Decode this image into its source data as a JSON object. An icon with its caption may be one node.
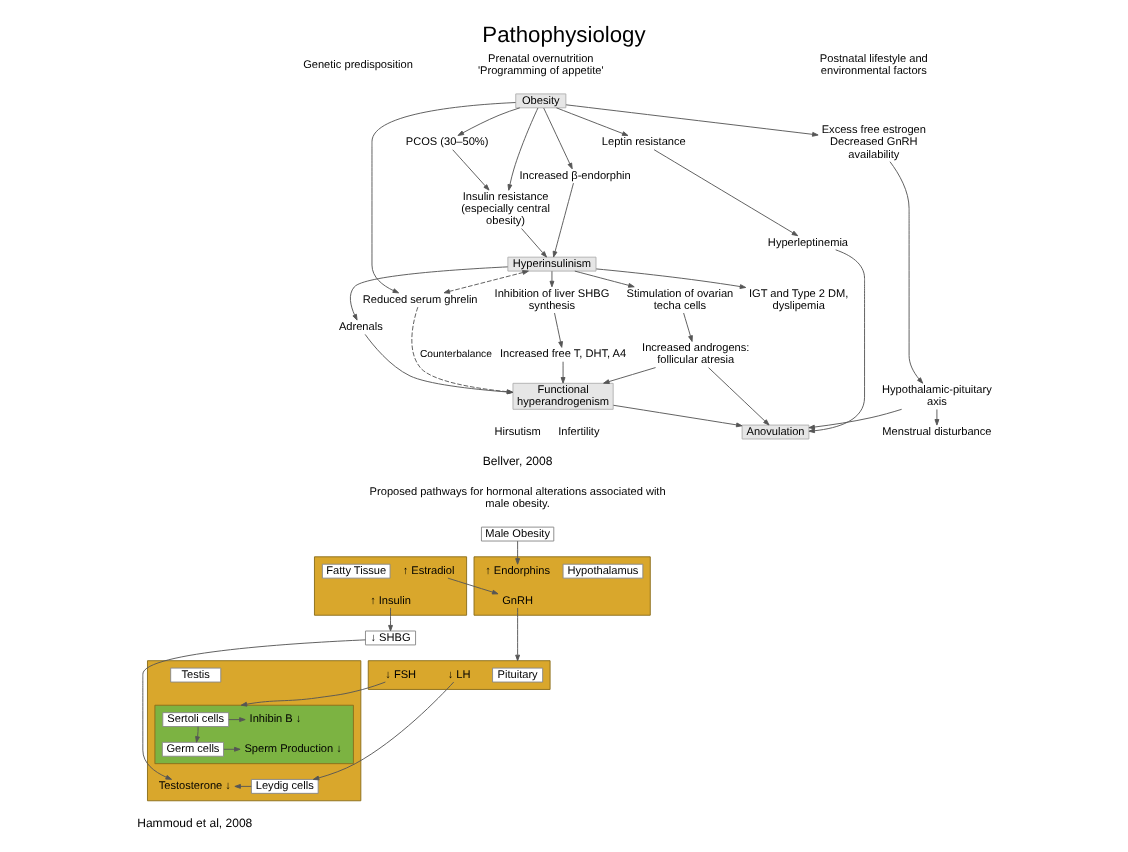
{
  "diagram": {
    "title": "Pathophysiology",
    "nodes": [
      {
        "text": [
          "Obesity"
        ]
      },
      {
        "text": [
          "PCOS (30–50%)"
        ]
      },
      {
        "text": [
          "Insulin resistance (especially central obesity)"
        ]
      },
      {
        "text": [
          "Increased β-endorphin"
        ]
      },
      {
        "text": [
          "Reduced serum ghrelin"
        ]
      },
      {
        "text": [
          "Leptin resistance"
        ]
      },
      {
        "text": [
          "Excess free estrogen Decreased GnRH availability"
        ]
      },
      {
        "text": [
          "Hypothalamic-pituitary axis"
        ]
      },
      {
        "text": [
          "Hyperinsulinism"
        ]
      },
      {
        "text": [
          "Hyperleptinemia"
        ]
      },
      {
        "text": [
          "IGT and Type 2 DM, dyslipemia"
        ]
      },
      {
        "text": [
          "Adrenals"
        ]
      },
      {
        "text": [
          "Stimulation of ovarian techa cells"
        ]
      },
      {
        "text": [
          "Inhibition of liver SHBG synthesis"
        ]
      },
      {
        "text": [
          "Increased free T, DHT, A4"
        ]
      },
      {
        "text": [
          "Increased androgens: follicular atresia"
        ]
      },
      {
        "text": [
          "Functional hyperandrogenism"
        ]
      },
      {
        "text": [
          "Anovulation"
        ]
      },
      {
        "text": [
          "Infertility"
        ]
      },
      {
        "text": [
          "Hirsutism"
        ]
      },
      {
        "text": [
          "Menstrual disturbance"
        ]
      },
      {
        "text": [
          "Male Obesity"
        ]
      },
      {
        "text": [],
        "shape": "box"
      },
      {
        "text": [
          "Hypothalamus"
        ],
        "in": 22
      },
      {
        "text": [
          "↑ Endorphins"
        ],
        "in": 22
      },
      {
        "text": [
          "GnRH"
        ],
        "in": 22
      },
      {
        "text": [],
        "shape": "box"
      },
      {
        "text": [
          "↑ Estradiol"
        ],
        "in": 26
      },
      {
        "text": [
          "Fatty Tissue"
        ],
        "in": 26
      },
      {
        "text": [
          "↑ Insulin"
        ],
        "in": 26
      },
      {
        "text": [
          "↓ SHBG"
        ]
      },
      {
        "text": [],
        "shape": "box"
      },
      {
        "text": [
          "Pituitary"
        ],
        "in": 31
      },
      {
        "text": [
          "↓ FSH"
        ],
        "in": 31
      },
      {
        "text": [
          "↓ LH"
        ],
        "in": 31
      },
      {
        "text": [],
        "shape": "box"
      },
      {
        "text": [
          "Testis"
        ],
        "in": 35
      },
      {
        "text": [],
        "shape": "box",
        "in": 35
      },
      {
        "text": [
          "Sertoli cells"
        ],
        "in": 37
      },
      {
        "text": [
          "Germ cells"
        ],
        "in": 37
      },
      {
        "text": [
          "Inhibin B ↓"
        ],
        "in": 37
      },
      {
        "text": [
          "Sperm Production ↓"
        ],
        "in": 37
      },
      {
        "text": [
          "Leydig cells"
        ],
        "in": 35
      },
      {
        "text": [
          "Testosterone ↓"
        ],
        "in": 35
      }
    ],
    "edges": [
      {
        "from": 0,
        "to": 1,
        "arrow": "to"
      },
      {
        "from": 0,
        "to": 2,
        "arrow": "to"
      },
      {
        "from": 0,
        "to": 3,
        "arrow": "to"
      },
      {
        "from": 0,
        "to": 4,
        "arrow": "to"
      },
      {
        "from": 0,
        "to": 5,
        "arrow": "to"
      },
      {
        "from": 0,
        "to": 6,
        "arrow": "to"
      },
      {
        "from": 1,
        "to": 2,
        "arrow": "to"
      },
      {
        "from": 2,
        "to": 8,
        "arrow": "to"
      },
      {
        "from": 3,
        "to": 8,
        "arrow": "to"
      },
      {
        "from": 8,
        "to": 4,
        "arrow": "both",
        "style": "dashed"
      },
      {
        "from": 4,
        "to": 16,
        "arrow": "to",
        "label": "Counterbalance",
        "style": "dashed"
      },
      {
        "from": 8,
        "to": 10,
        "arrow": "to"
      },
      {
        "from": 8,
        "to": 13,
        "arrow": "to"
      },
      {
        "from": 8,
        "to": 11,
        "arrow": "to"
      },
      {
        "from": 8,
        "to": 12,
        "arrow": "to"
      },
      {
        "from": 13,
        "to": 14,
        "arrow": "to"
      },
      {
        "from": 14,
        "to": 16,
        "arrow": "to"
      },
      {
        "from": 11,
        "to": 16,
        "arrow": "to"
      },
      {
        "from": 12,
        "to": 15,
        "arrow": "to"
      },
      {
        "from": 15,
        "to": 16,
        "arrow": "to"
      },
      {
        "from": 15,
        "to": 17,
        "arrow": "to"
      },
      {
        "from": 5,
        "to": 9,
        "arrow": "to"
      },
      {
        "from": 9,
        "to": 17,
        "arrow": "to"
      },
      {
        "from": 16,
        "to": 17,
        "arrow": "to"
      },
      {
        "from": 6,
        "to": 7,
        "arrow": "to"
      },
      {
        "from": 7,
        "to": 17,
        "arrow": "to"
      },
      {
        "from": 7,
        "to": 20,
        "arrow": "to"
      },
      {
        "from": 21,
        "to": 24,
        "arrow": "to"
      },
      {
        "from": 27,
        "to": 25,
        "arrow": "to"
      },
      {
        "from": 25,
        "to": 31,
        "arrow": "to"
      },
      {
        "from": 29,
        "to": 30,
        "arrow": "to"
      },
      {
        "from": 33,
        "to": 37,
        "arrow": "to"
      },
      {
        "from": 34,
        "to": 42,
        "arrow": "to"
      },
      {
        "from": 30,
        "to": 43,
        "arrow": "to"
      },
      {
        "from": 38,
        "to": 40,
        "arrow": "to"
      },
      {
        "from": 38,
        "to": 39,
        "arrow": "to"
      },
      {
        "from": 39,
        "to": 41,
        "arrow": "to"
      },
      {
        "from": 42,
        "to": 43,
        "arrow": "to"
      }
    ],
    "labels": [
      "Genetic predisposition",
      "Prenatal overnutrition 'Programming of appetite'",
      "Postnatal lifestyle and environmental factors",
      "Proposed pathways for hormonal alterations associated with male obesity.",
      "Bellver, 2008",
      "Hammoud et al, 2008"
    ]
  }
}
